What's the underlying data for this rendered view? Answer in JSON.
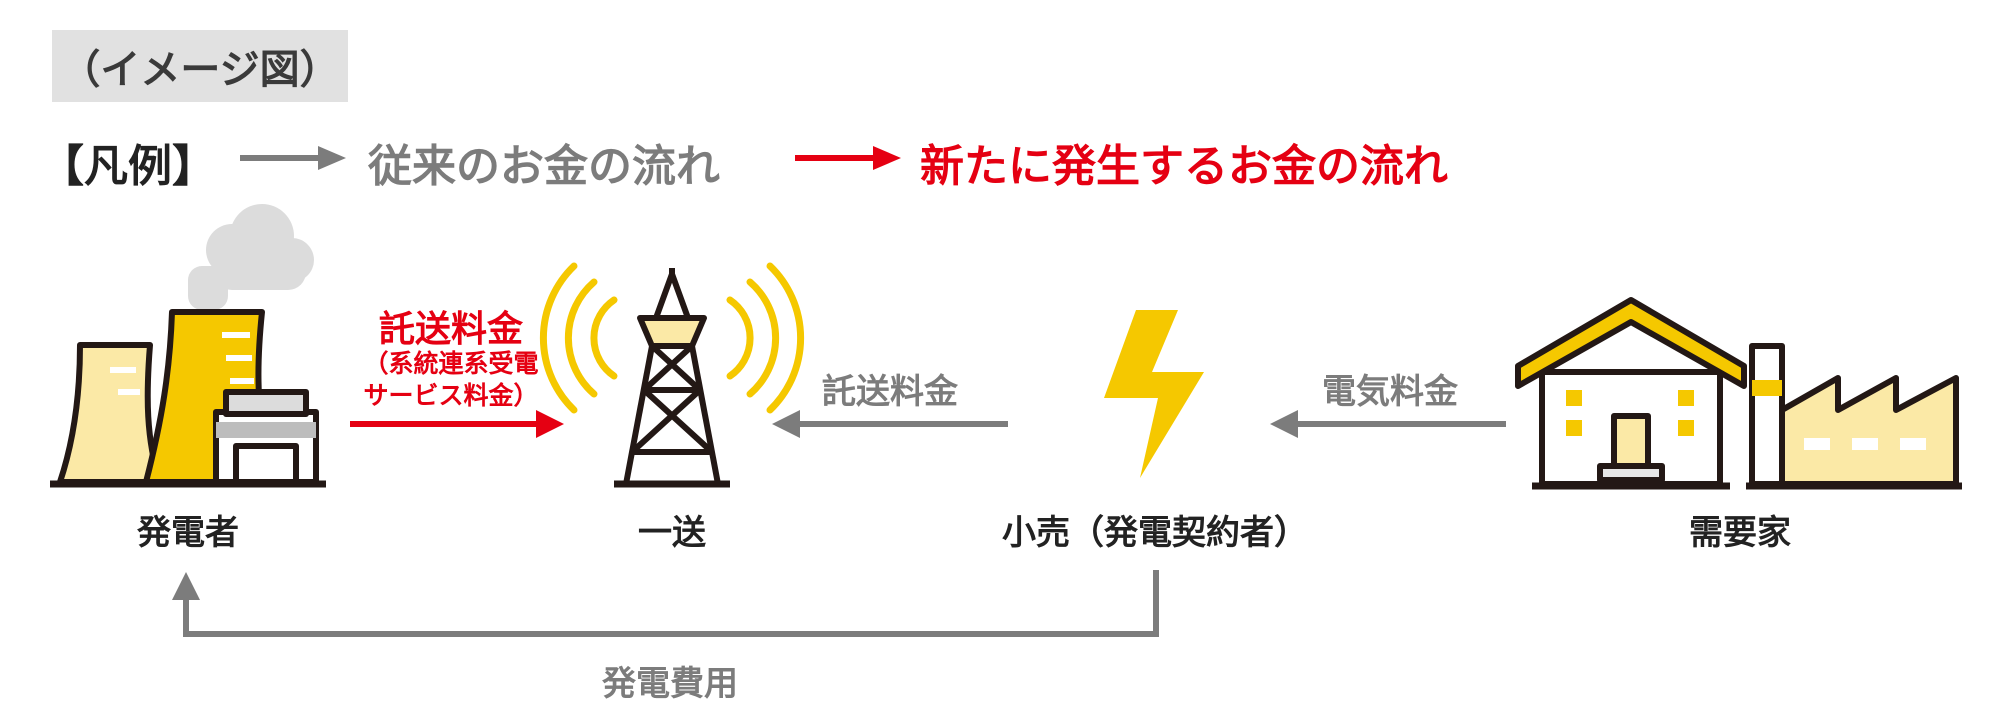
{
  "header": {
    "badge": "（イメージ図）"
  },
  "legend": {
    "label": "【凡例】",
    "old_flow": "従来のお金の流れ",
    "new_flow": "新たに発生するお金の流れ"
  },
  "nodes": {
    "generator": "発電者",
    "transmission": "一送",
    "retailer": "小売（発電契約者）",
    "consumer": "需要家"
  },
  "flows": {
    "gen_to_trans_main": "託送料金",
    "gen_to_trans_sub1": "（系統連系受電",
    "gen_to_trans_sub2": "サービス料金）",
    "retail_to_trans": "託送料金",
    "consumer_to_retail": "電気料金",
    "retail_to_gen": "発電費用"
  },
  "colors": {
    "old_flow": "#7c7c7c",
    "new_flow": "#e50012",
    "accent_yellow": "#f5c800",
    "light_yellow": "#fbe9a6",
    "outline": "#231815"
  }
}
